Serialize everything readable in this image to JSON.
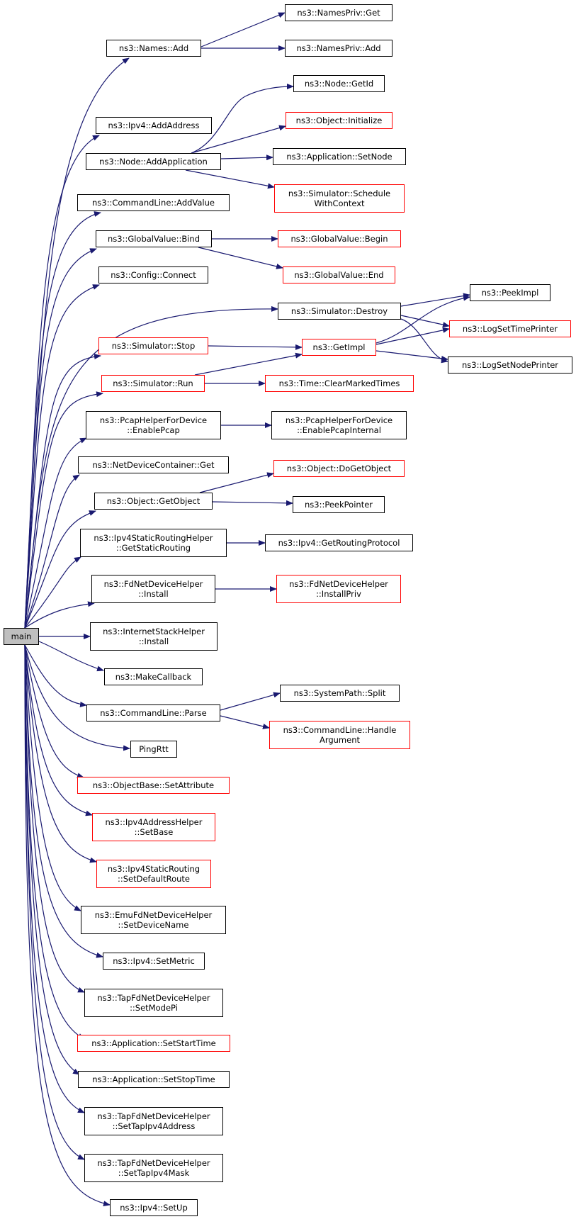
{
  "colors": {
    "edge": "#191970",
    "node_border": "#000000",
    "incomplete_border": "#ff0000",
    "root_fill": "#bfbfbf"
  },
  "nodes": {
    "main": "main",
    "names_add": "ns3::Names::Add",
    "namespriv_get": "ns3::NamesPriv::Get",
    "namespriv_add": "ns3::NamesPriv::Add",
    "ipv4_addaddress": "ns3::Ipv4::AddAddress",
    "node_addapplication": "ns3::Node::AddApplication",
    "node_getid": "ns3::Node::GetId",
    "object_initialize": "ns3::Object::Initialize",
    "application_setnode": "ns3::Application::SetNode",
    "simulator_schedulewithcontext": "ns3::Simulator::Schedule\nWithContext",
    "commandline_addvalue": "ns3::CommandLine::AddValue",
    "globalvalue_bind": "ns3::GlobalValue::Bind",
    "globalvalue_begin": "ns3::GlobalValue::Begin",
    "globalvalue_end": "ns3::GlobalValue::End",
    "config_connect": "ns3::Config::Connect",
    "simulator_destroy": "ns3::Simulator::Destroy",
    "peekimpl": "ns3::PeekImpl",
    "logsettimeprinter": "ns3::LogSetTimePrinter",
    "logsetnodeprinter": "ns3::LogSetNodePrinter",
    "simulator_stop": "ns3::Simulator::Stop",
    "getimpl": "ns3::GetImpl",
    "simulator_run": "ns3::Simulator::Run",
    "time_clearmarkedtimes": "ns3::Time::ClearMarkedTimes",
    "pcaphelperfordevice_enablepcap": "ns3::PcapHelperForDevice\n::EnablePcap",
    "pcaphelperfordevice_enablepcapinternal": "ns3::PcapHelperForDevice\n::EnablePcapInternal",
    "netdevicecontainer_get": "ns3::NetDeviceContainer::Get",
    "object_getobject": "ns3::Object::GetObject",
    "object_dogetobject": "ns3::Object::DoGetObject",
    "peekpointer": "ns3::PeekPointer",
    "ipv4staticroutinghelper_getstaticrouting": "ns3::Ipv4StaticRoutingHelper\n::GetStaticRouting",
    "ipv4_getroutingprotocol": "ns3::Ipv4::GetRoutingProtocol",
    "fdnetdevicehelper_install": "ns3::FdNetDeviceHelper\n::Install",
    "fdnetdevicehelper_installpriv": "ns3::FdNetDeviceHelper\n::InstallPriv",
    "internetstackhelper_install": "ns3::InternetStackHelper\n::Install",
    "makecallback": "ns3::MakeCallback",
    "commandline_parse": "ns3::CommandLine::Parse",
    "systempath_split": "ns3::SystemPath::Split",
    "commandline_handleargument": "ns3::CommandLine::Handle\nArgument",
    "pingrtt": "PingRtt",
    "objectbase_setattribute": "ns3::ObjectBase::SetAttribute",
    "ipv4addresshelper_setbase": "ns3::Ipv4AddressHelper\n::SetBase",
    "ipv4staticrouting_setdefaultroute": "ns3::Ipv4StaticRouting\n::SetDefaultRoute",
    "emufdnetdevicehelper_setdevicename": "ns3::EmuFdNetDeviceHelper\n::SetDeviceName",
    "ipv4_setmetric": "ns3::Ipv4::SetMetric",
    "tapfdnetdevicehelper_setmodepi": "ns3::TapFdNetDeviceHelper\n::SetModePi",
    "application_setstarttime": "ns3::Application::SetStartTime",
    "application_setstoptime": "ns3::Application::SetStopTime",
    "tapfdnetdevicehelper_settapipv4address": "ns3::TapFdNetDeviceHelper\n::SetTapIpv4Address",
    "tapfdnetdevicehelper_settapipv4mask": "ns3::TapFdNetDeviceHelper\n::SetTapIpv4Mask",
    "ipv4_setup": "ns3::Ipv4::SetUp"
  }
}
